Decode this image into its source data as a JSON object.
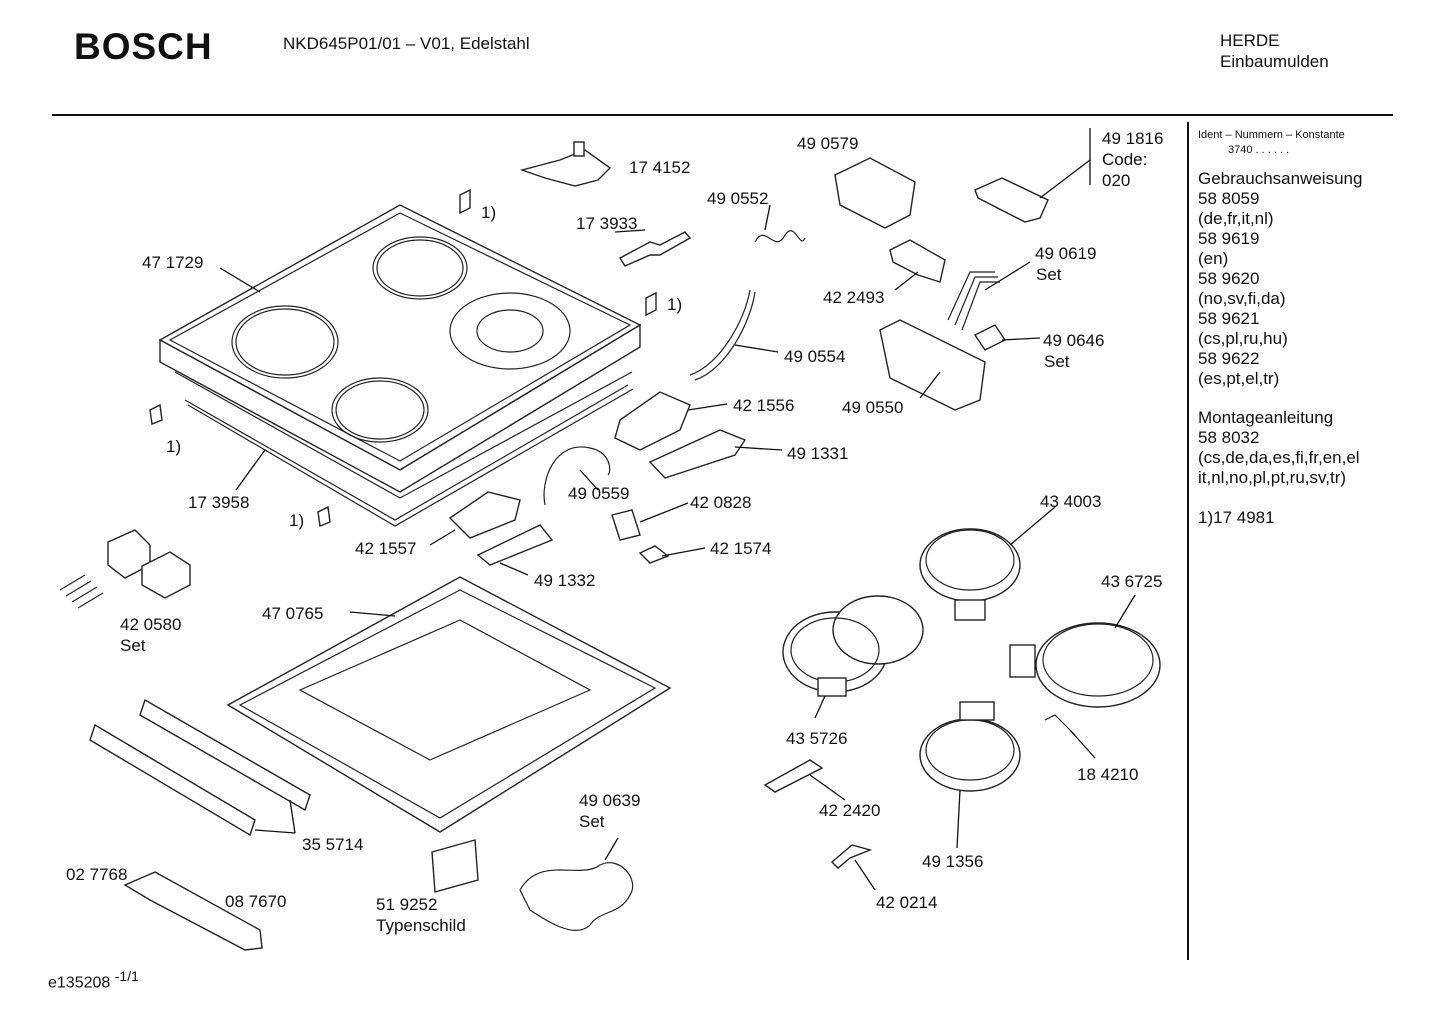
{
  "header": {
    "brand": "BOSCH",
    "model": "NKD645P01/01 – V01, Edelstahl",
    "category_line1": "HERDE",
    "category_line2": "Einbaumulden"
  },
  "sidebar": {
    "ident_title": "Ident – Nummern – Konstante",
    "ident_value": "3740  .  .  .  .  .  .",
    "usage_title": "Gebrauchsanweisung",
    "usage_docs": [
      {
        "number": "58 8059",
        "langs": "(de,fr,it,nl)"
      },
      {
        "number": "58 9619",
        "langs": "(en)"
      },
      {
        "number": "58 9620",
        "langs": "(no,sv,fi,da)"
      },
      {
        "number": "58 9621",
        "langs": "(cs,pl,ru,hu)"
      },
      {
        "number": "58 9622",
        "langs": "(es,pt,el,tr)"
      }
    ],
    "mount_title": "Montageanleitung",
    "mount_number": "58 8032",
    "mount_langs_1": "(cs,de,da,es,fi,fr,en,el",
    "mount_langs_2": "it,nl,no,pl,pt,ru,sv,tr)",
    "footnote": "1)17 4981"
  },
  "parts": {
    "p174152": "17 4152",
    "p490579": "49 0579",
    "p491816": "49 1816",
    "code_label": "Code:",
    "code_value": "020",
    "fn1": "1)",
    "p490552": "49 0552",
    "p173933": "17 3933",
    "p471729": "47 1729",
    "p490619": "49 0619",
    "set": "Set",
    "p422493": "42 2493",
    "p490554": "49 0554",
    "p490646": "49 0646",
    "p490550": "49 0550",
    "p421556": "42 1556",
    "p491331": "49 1331",
    "p173958": "17 3958",
    "p490559": "49 0559",
    "p434003": "43 4003",
    "p420828": "42 0828",
    "p421557": "42 1557",
    "p421574": "42 1574",
    "p491332": "49 1332",
    "p436725": "43 6725",
    "p420580": "42 0580",
    "p470765": "47 0765",
    "p435726": "43 5726",
    "p184210": "18 4210",
    "p422420": "42 2420",
    "p490639": "49 0639",
    "p355714": "35 5714",
    "p491356": "49 1356",
    "p027768": "02 7768",
    "p087670": "08 7670",
    "p519252": "51 9252",
    "typenschild": "Typenschild",
    "p420214": "42 0214"
  },
  "footer": {
    "doc_id": "e135208",
    "page": "-1/1"
  }
}
